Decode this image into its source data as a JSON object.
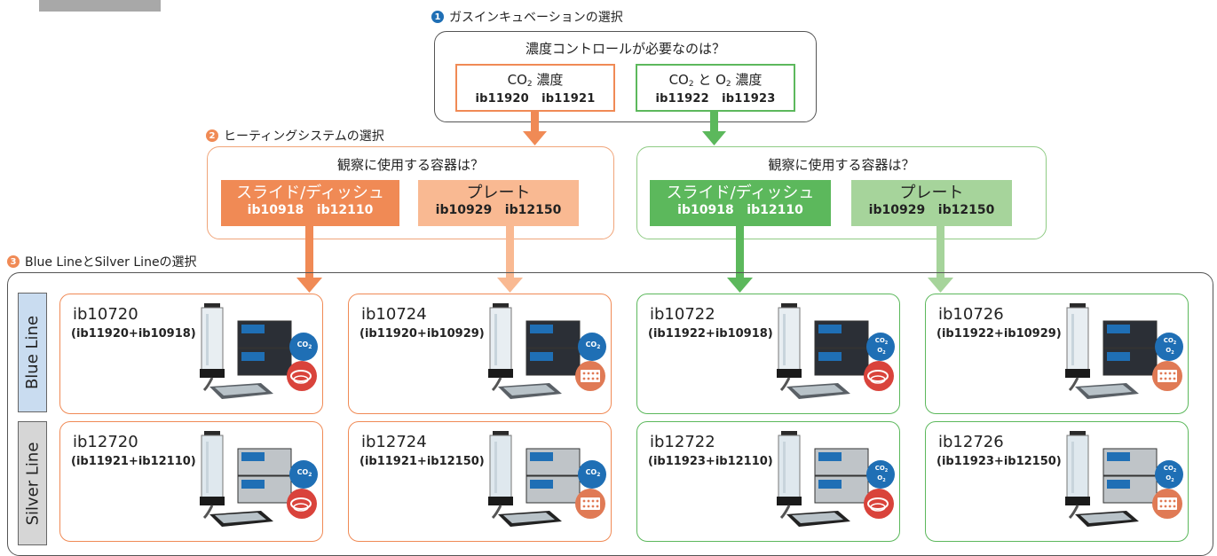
{
  "colors": {
    "orange": "#f08a55",
    "orange_light": "#f9b992",
    "green": "#5cb85c",
    "green_light": "#a6d49b",
    "blue": "#1f6fb5",
    "blue_tab": "#c9dcf0",
    "gray_tab": "#d6d6d6"
  },
  "step1": {
    "num": "1",
    "title": "ガスインキュベーションの選択",
    "question": "濃度コントロールが必要なのは？",
    "opt_a": {
      "pre": "CO",
      "sub": "2",
      "post": " 濃度",
      "codes": "ib11920   ib11921"
    },
    "opt_b": {
      "pre": "CO",
      "sub": "2",
      "mid": " と O",
      "sub2": "2",
      "post": " 濃度",
      "codes": "ib11922   ib11923"
    }
  },
  "step2": {
    "num": "2",
    "title": "ヒーティングシステムの選択",
    "left": {
      "question": "観察に使用する容器は？",
      "slide_label": "スライド/ディッシュ",
      "slide_codes": "ib10918   ib12110",
      "plate_label": "プレート",
      "plate_codes": "ib10929   ib12150"
    },
    "right": {
      "question": "観察に使用する容器は？",
      "slide_label": "スライド/ディッシュ",
      "slide_codes": "ib10918   ib12110",
      "plate_label": "プレート",
      "plate_codes": "ib10929   ib12150"
    }
  },
  "step3": {
    "num": "3",
    "title": "Blue LineとSilver Lineの選択",
    "blue_line": "Blue Line",
    "silver_line": "Silver Line"
  },
  "products": [
    {
      "id": "ib10720",
      "combo": "(ib11920+ib10918)",
      "gas": "co2",
      "vessel": "dish"
    },
    {
      "id": "ib10724",
      "combo": "(ib11920+ib10929)",
      "gas": "co2",
      "vessel": "plate"
    },
    {
      "id": "ib10722",
      "combo": "(ib11922+ib10918)",
      "gas": "co2o2",
      "vessel": "dish"
    },
    {
      "id": "ib10726",
      "combo": "(ib11922+ib10929)",
      "gas": "co2o2",
      "vessel": "plate"
    },
    {
      "id": "ib12720",
      "combo": "(ib11921+ib12110)",
      "gas": "co2",
      "vessel": "dish"
    },
    {
      "id": "ib12724",
      "combo": "(ib11921+ib12150)",
      "gas": "co2",
      "vessel": "plate"
    },
    {
      "id": "ib12722",
      "combo": "(ib11923+ib12110)",
      "gas": "co2o2",
      "vessel": "dish"
    },
    {
      "id": "ib12726",
      "combo": "(ib11923+ib12150)",
      "gas": "co2o2",
      "vessel": "plate"
    }
  ],
  "badges": {
    "co2": "CO",
    "co2_sub": "2",
    "o2": "O",
    "o2_sub": "2"
  }
}
